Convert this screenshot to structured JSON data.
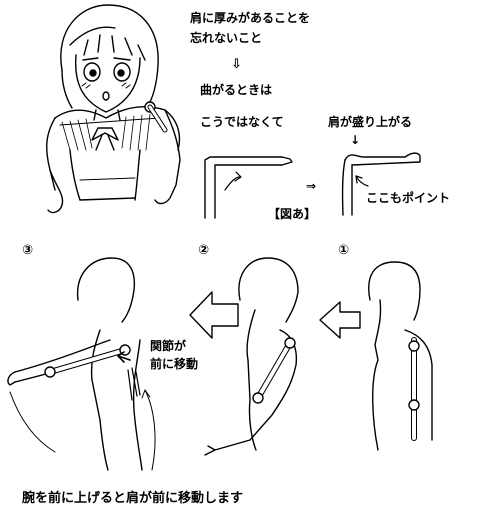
{
  "top_note": {
    "line1": "肩に厚みがあることを",
    "line2": "忘れないこと",
    "arrow": "⇩",
    "bend": "曲がるときは",
    "not_this": "こうではなくて",
    "shoulder_rises": "肩が盛り上がる",
    "down_arrow": "↓",
    "point": "ここもポイント",
    "implies": "⇒",
    "figure_label": "【図あ】"
  },
  "sequence": {
    "steps": [
      "③",
      "②",
      "①"
    ],
    "joint_note_line1": "関節が",
    "joint_note_line2": "前に移動",
    "caption": "腕を前に上げると肩が前に移動します"
  }
}
